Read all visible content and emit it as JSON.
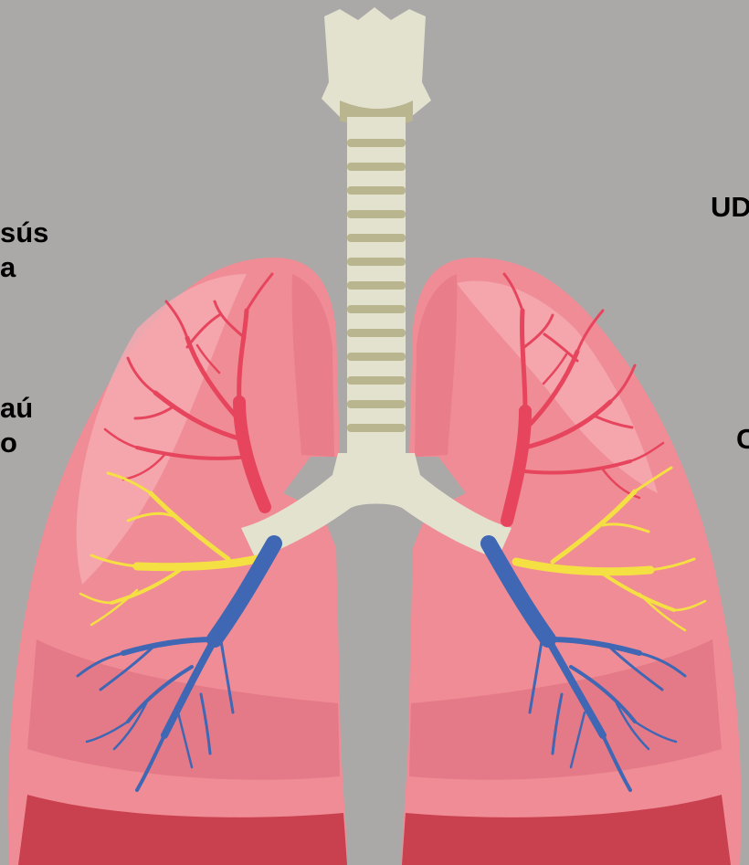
{
  "labels": {
    "left_top": [
      "sús",
      "a"
    ],
    "left_mid": [
      "aú",
      "o"
    ],
    "right_top": [
      "UD"
    ],
    "right_mid": [
      "C"
    ]
  },
  "colors": {
    "background": "#aba8a8",
    "lung_fill": "#f08c95",
    "lung_highlight": "#f6a9b0",
    "lung_shadow": "#d75a6a",
    "lung_base": "#c9404f",
    "trachea_light": "#e3e2cf",
    "trachea_ring": "#b9b58f",
    "artery_red": "#e6455d",
    "bronchi_yellow": "#f5e043",
    "vein_blue": "#3f67b4"
  },
  "icons": [
    "lungs-illustration",
    "trachea-icon"
  ]
}
